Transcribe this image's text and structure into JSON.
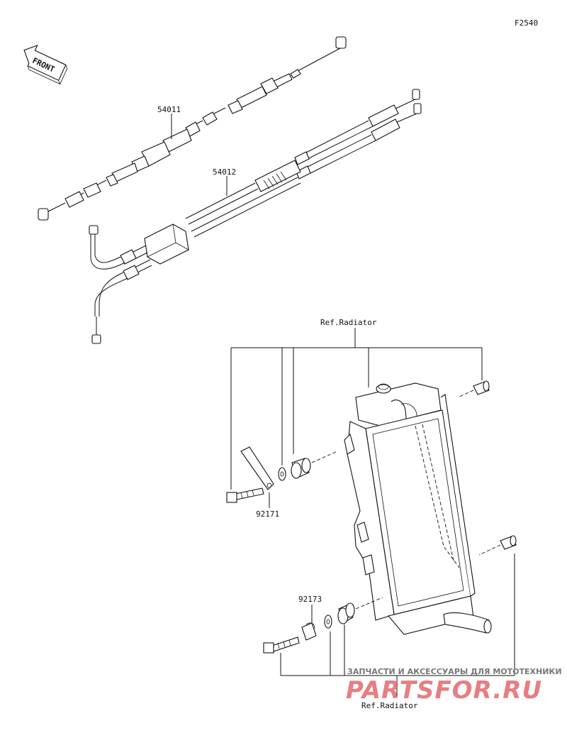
{
  "diagram": {
    "code": "F2540",
    "front_label": "FRONT",
    "parts": {
      "cable_upper": "54011",
      "cable_lower": "54012",
      "bracket": "92171",
      "clamp": "92173"
    },
    "refs": {
      "radiator_top": "Ref.Radiator",
      "radiator_bottom": "Ref.Radiator"
    }
  },
  "watermark": {
    "caption": "ЗАПЧАСТИ И АКСЕССУАРЫ ДЛЯ МОТОТЕХНИКИ",
    "logo": "PARTSFOR.RU"
  }
}
